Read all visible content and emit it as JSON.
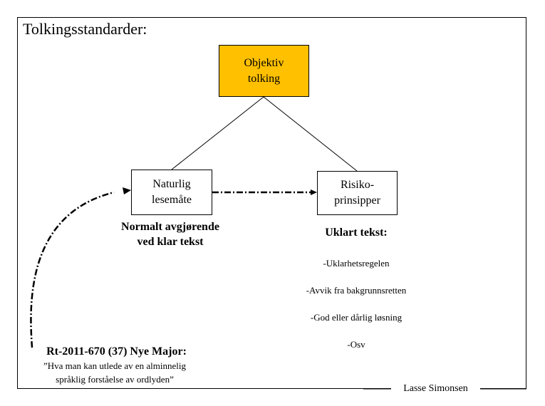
{
  "title": "Tolkingsstandarder:",
  "nodes": {
    "top": "Objektiv\ntolking",
    "left": "Naturlig\nlesemåte",
    "right": "Risiko-\nprinsipper"
  },
  "left_note": "Normalt avgjørende\nved klar tekst",
  "right_heading": "Uklart tekst:",
  "right_list": [
    "-Uklarhetsregelen",
    "-Avvik fra bakgrunnsretten",
    "-God eller dårlig løsning",
    "-Osv"
  ],
  "case_heading": "Rt-2011-670 (37) Nye Major:",
  "case_quote": "”Hva man kan utlede av en alminnelig\nspråklig forståelse av ordlyden”",
  "author": "Lasse Simonsen",
  "colors": {
    "top_node_fill": "#ffc000"
  }
}
